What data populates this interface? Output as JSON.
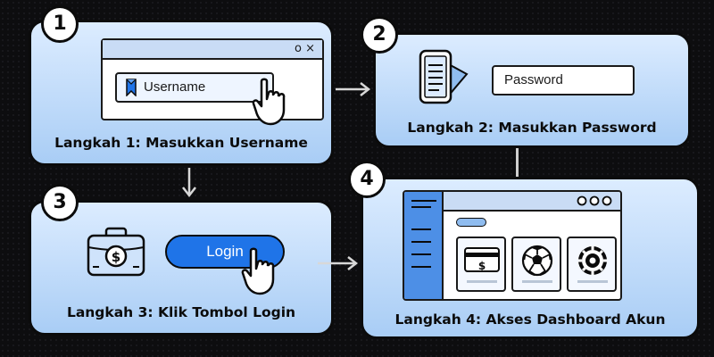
{
  "steps": [
    {
      "number": "1",
      "caption": "Langkah 1: Masukkan Username"
    },
    {
      "number": "2",
      "caption": "Langkah 2: Masukkan Password"
    },
    {
      "number": "3",
      "caption": "Langkah 3: Klik Tombol Login"
    },
    {
      "number": "4",
      "caption": "Langkah 4: Akses Dashboard Akun"
    }
  ],
  "step1": {
    "field_text": "Username",
    "window_controls": "o ×",
    "icons": [
      "bookmark-icon",
      "hand-cursor-icon"
    ]
  },
  "step2": {
    "field_text": "Password",
    "icons": [
      "phone-document-icon"
    ]
  },
  "step3": {
    "button_label": "Login",
    "icons": [
      "money-briefcase-icon",
      "hand-cursor-icon"
    ]
  },
  "step4": {
    "icons": [
      "credit-card-icon",
      "soccer-ball-icon",
      "casino-chip-icon"
    ]
  },
  "colors": {
    "card_light": "#dcecff",
    "card_dark": "#a9cdf5",
    "accent_blue": "#1f74e8",
    "sidebar_blue": "#4d8fe6",
    "outline": "#0b0b0b"
  }
}
